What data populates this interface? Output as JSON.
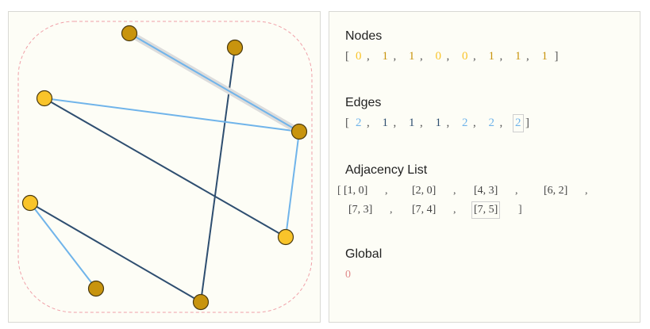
{
  "colors": {
    "node_dark": "#c8940e",
    "node_light": "#f9c42a",
    "node_stroke": "#4a3a10",
    "edge_dark": "#2e4e70",
    "edge_light": "#70b4ea",
    "highlight": "#dcdcdc",
    "hull": "#f0a0a8",
    "global_value": "#e08a8a",
    "bracket": "#555555"
  },
  "graph": {
    "nodes": [
      {
        "id": 0,
        "type": "light"
      },
      {
        "id": 1,
        "type": "dark"
      },
      {
        "id": 2,
        "type": "dark"
      },
      {
        "id": 3,
        "type": "light"
      },
      {
        "id": 4,
        "type": "light"
      },
      {
        "id": 5,
        "type": "dark"
      },
      {
        "id": 6,
        "type": "dark"
      },
      {
        "id": 7,
        "type": "dark"
      }
    ],
    "edges": [
      {
        "from": 1,
        "to": 0,
        "type": 2
      },
      {
        "from": 2,
        "to": 0,
        "type": 1
      },
      {
        "from": 4,
        "to": 3,
        "type": 1
      },
      {
        "from": 6,
        "to": 2,
        "type": 1
      },
      {
        "from": 7,
        "to": 3,
        "type": 2
      },
      {
        "from": 7,
        "to": 4,
        "type": 2
      },
      {
        "from": 7,
        "to": 5,
        "type": 2,
        "highlighted": true
      }
    ]
  },
  "info": {
    "nodes_title": "Nodes",
    "nodes_values": [
      "0",
      "1",
      "1",
      "0",
      "0",
      "1",
      "1",
      "1"
    ],
    "edges_title": "Edges",
    "edges_values": [
      "2",
      "1",
      "1",
      "1",
      "2",
      "2",
      "2"
    ],
    "adjacency_title": "Adjacency List",
    "adjacency_pairs": [
      "[1, 0]",
      "[2, 0]",
      "[4, 3]",
      "[6, 2]",
      "[7, 3]",
      "[7, 4]",
      "[7, 5]"
    ],
    "global_title": "Global",
    "global_value": "0"
  }
}
